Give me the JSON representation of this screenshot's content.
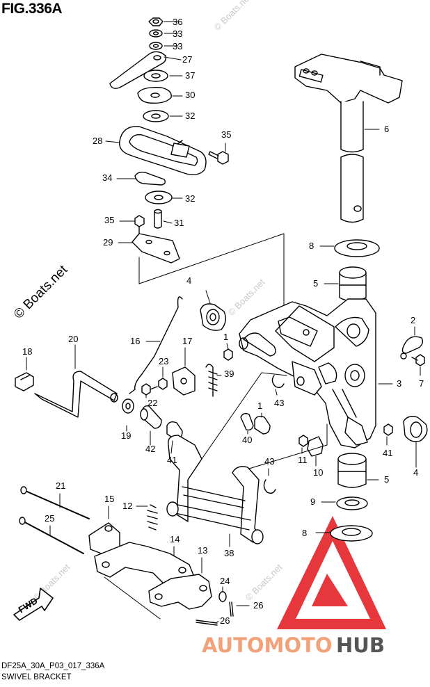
{
  "figure": {
    "title": "FIG.336A"
  },
  "footer": {
    "code": "DF25A_30A_P03_017_336A",
    "name": "SWIVEL BRACKET"
  },
  "watermarks": {
    "main": "© Boats.net",
    "faint": "© Boats.net"
  },
  "fwd_label": "FWD",
  "logo": {
    "text_left": "AUTOMOTO",
    "text_right": "HUB",
    "color_left": "#f2a27a",
    "color_right": "#555555",
    "triangle_color": "#e2141b"
  },
  "parts": [
    {
      "label": "36"
    },
    {
      "label": "33"
    },
    {
      "label": "33"
    },
    {
      "label": "27"
    },
    {
      "label": "37"
    },
    {
      "label": "30"
    },
    {
      "label": "32"
    },
    {
      "label": "28"
    },
    {
      "label": "35"
    },
    {
      "label": "34"
    },
    {
      "label": "32"
    },
    {
      "label": "35"
    },
    {
      "label": "31"
    },
    {
      "label": "29"
    },
    {
      "label": "6"
    },
    {
      "label": "8"
    },
    {
      "label": "5"
    },
    {
      "label": "4"
    },
    {
      "label": "16"
    },
    {
      "label": "1"
    },
    {
      "label": "2"
    },
    {
      "label": "18"
    },
    {
      "label": "20"
    },
    {
      "label": "17"
    },
    {
      "label": "23"
    },
    {
      "label": "39"
    },
    {
      "label": "3"
    },
    {
      "label": "7"
    },
    {
      "label": "22"
    },
    {
      "label": "43"
    },
    {
      "label": "19"
    },
    {
      "label": "42"
    },
    {
      "label": "41"
    },
    {
      "label": "40"
    },
    {
      "label": "1"
    },
    {
      "label": "41"
    },
    {
      "label": "11"
    },
    {
      "label": "4"
    },
    {
      "label": "10"
    },
    {
      "label": "43"
    },
    {
      "label": "5"
    },
    {
      "label": "21"
    },
    {
      "label": "15"
    },
    {
      "label": "12"
    },
    {
      "label": "9"
    },
    {
      "label": "25"
    },
    {
      "label": "8"
    },
    {
      "label": "14"
    },
    {
      "label": "38"
    },
    {
      "label": "13"
    },
    {
      "label": "24"
    },
    {
      "label": "26"
    },
    {
      "label": "26"
    }
  ]
}
